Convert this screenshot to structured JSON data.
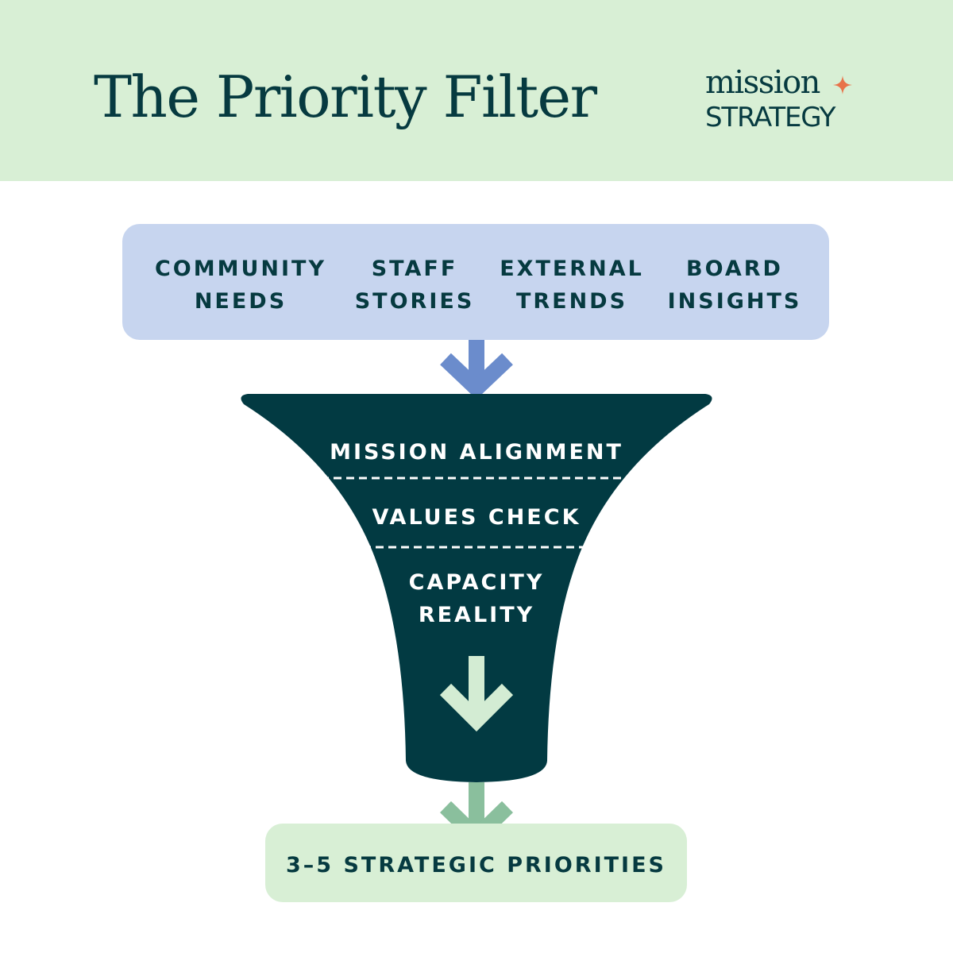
{
  "title": "The Priority Filter",
  "logo": {
    "line1": "mission",
    "line2": "STRATEGY",
    "plus": "+"
  },
  "inputs": [
    {
      "label": "COMMUNITY\nNEEDS"
    },
    {
      "label": "STAFF\nSTORIES"
    },
    {
      "label": "EXTERNAL\nTRENDS"
    },
    {
      "label": "BOARD\nINSIGHTS"
    }
  ],
  "filters": [
    {
      "label": "MISSION ALIGNMENT"
    },
    {
      "label": "VALUES CHECK"
    },
    {
      "label": "CAPACITY\nREALITY"
    }
  ],
  "output": {
    "label": "3–5 STRATEGIC PRIORITIES"
  },
  "colors": {
    "header_bg": "#d8efd5",
    "inputs_bg": "#c7d5ef",
    "funnel": "#023a42",
    "arrow_blue": "#6b8ccc",
    "arrow_green": "#8abf9d",
    "arrow_inner": "#d3ecd3",
    "logo_plus": "#e8734a",
    "text_dark": "#063a40"
  }
}
